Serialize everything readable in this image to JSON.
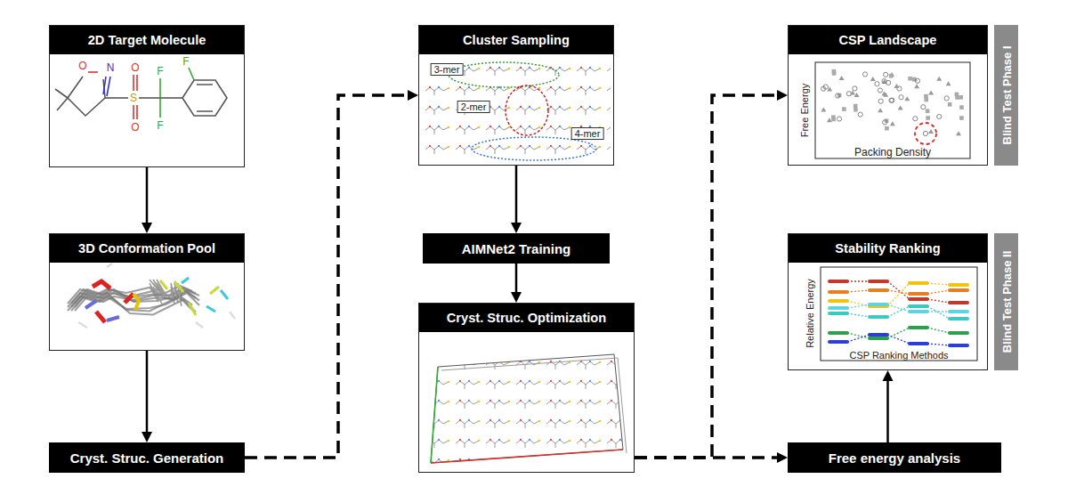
{
  "diagram": {
    "nodes": [
      {
        "text": [
          "2D Target Molecule"
        ]
      },
      {
        "text": [
          "3D Conformation Pool"
        ]
      },
      {
        "text": [
          "Cryst. Struc. Generation"
        ]
      },
      {
        "text": [
          "Cluster Sampling"
        ]
      },
      {
        "text": [
          "AIMNet2 Training"
        ]
      },
      {
        "text": [
          "Cryst. Struc. Optimization"
        ]
      },
      {
        "text": [
          "CSP Landscape"
        ]
      },
      {
        "text": [
          "Stability Ranking"
        ]
      },
      {
        "text": [
          "Free energy analysis"
        ]
      },
      {
        "text": [
          "Blind Test Phase I"
        ]
      },
      {
        "text": [
          "Blind Test Phase II"
        ]
      }
    ],
    "edges": [
      {
        "from": 0,
        "to": 1,
        "arrow": "to"
      },
      {
        "from": 1,
        "to": 2,
        "arrow": "to"
      },
      {
        "from": 2,
        "to": 3,
        "arrow": "to"
      },
      {
        "from": 3,
        "to": 4,
        "arrow": "to"
      },
      {
        "from": 4,
        "to": 5,
        "arrow": "to"
      },
      {
        "from": 5,
        "to": 6,
        "arrow": "to"
      },
      {
        "from": 5,
        "to": 8,
        "arrow": "to"
      },
      {
        "from": 8,
        "to": 7,
        "arrow": "to"
      }
    ],
    "labels": [
      "O",
      "N",
      "S",
      "O",
      "O",
      "F",
      "F",
      "F",
      "3-mer",
      "2-mer",
      "4-mer",
      "Free Energy",
      "Packing Density",
      "Relative Energy",
      "CSP Ranking Methods"
    ]
  }
}
